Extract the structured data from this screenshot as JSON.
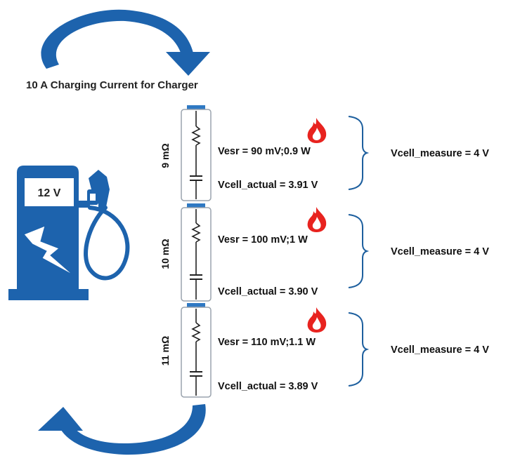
{
  "header": {
    "charging_label": "10 A Charging Current for Charger"
  },
  "charger": {
    "display_voltage": "12 V"
  },
  "cells": [
    {
      "resistance": "9 mΩ",
      "vesr": "Vesr = 90 mV;0.9 W",
      "vcell_actual": "Vcell_actual = 3.91 V",
      "vcell_measure": "Vcell_measure = 4 V"
    },
    {
      "resistance": "10 mΩ",
      "vesr": "Vesr = 100 mV;1 W",
      "vcell_actual": "Vcell_actual = 3.90 V",
      "vcell_measure": "Vcell_measure = 4 V"
    },
    {
      "resistance": "11 mΩ",
      "vesr": "Vesr = 110 mV;1.1 W",
      "vcell_actual": "Vcell_actual = 3.89 V",
      "vcell_measure": "Vcell_measure = 4 V"
    }
  ],
  "colors": {
    "primary_blue": "#1d63ad",
    "cell_outline": "#9aa3ad",
    "cell_terminal": "#2f79c3",
    "bracket": "#1d5f9e",
    "flame_outer": "#e8231f",
    "flame_inner": "#ffffff"
  },
  "icons": [
    "curved-arrow-icon",
    "fuel-pump-icon",
    "lightning-bolt-icon",
    "resistor-icon",
    "capacitor-icon",
    "flame-icon",
    "bracket-icon"
  ]
}
